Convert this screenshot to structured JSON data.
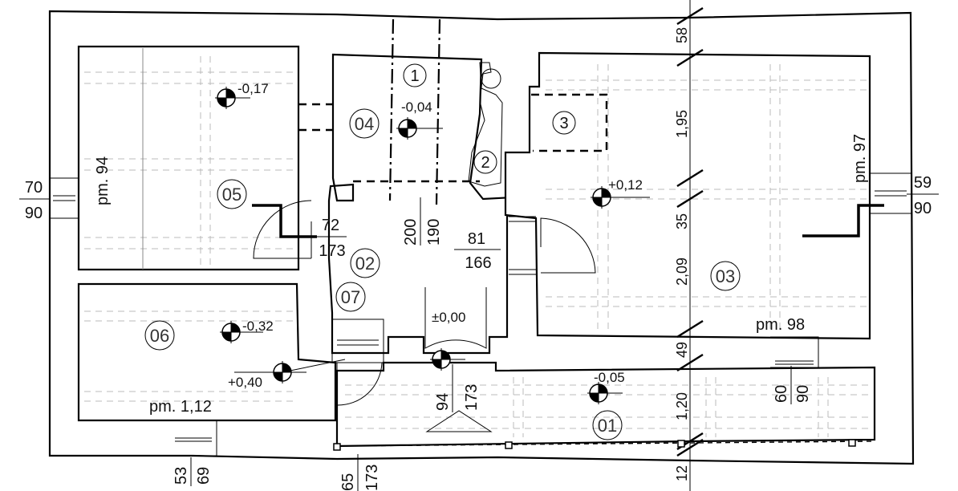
{
  "rooms": [
    {
      "id": "01",
      "label": "01"
    },
    {
      "id": "02",
      "label": "02"
    },
    {
      "id": "03",
      "label": "03"
    },
    {
      "id": "04",
      "label": "04"
    },
    {
      "id": "05",
      "label": "05"
    },
    {
      "id": "06",
      "label": "06"
    },
    {
      "id": "07",
      "label": "07"
    }
  ],
  "markers": [
    "1",
    "2",
    "3"
  ],
  "levels": [
    "-0,17",
    "-0,04",
    "+0,12",
    "±0,00",
    "-0,32",
    "+0,40",
    "-0,05"
  ],
  "areas": [
    "pm. 94",
    "pm. 97",
    "pm. 98",
    "pm. 1,12"
  ],
  "openings": [
    {
      "w": "70",
      "h": "90"
    },
    {
      "w": "59",
      "h": "90"
    },
    {
      "w": "72",
      "h": "173"
    },
    {
      "w": "200",
      "h": "190"
    },
    {
      "w": "81",
      "h": "166"
    },
    {
      "w": "94",
      "h": "173"
    },
    {
      "w": "60",
      "h": "90"
    },
    {
      "w": "53",
      "h": "69"
    },
    {
      "w": "65",
      "h": "173"
    }
  ],
  "dims": [
    "58",
    "1,95",
    "35",
    "2,09",
    "49",
    "1,20",
    "12"
  ]
}
